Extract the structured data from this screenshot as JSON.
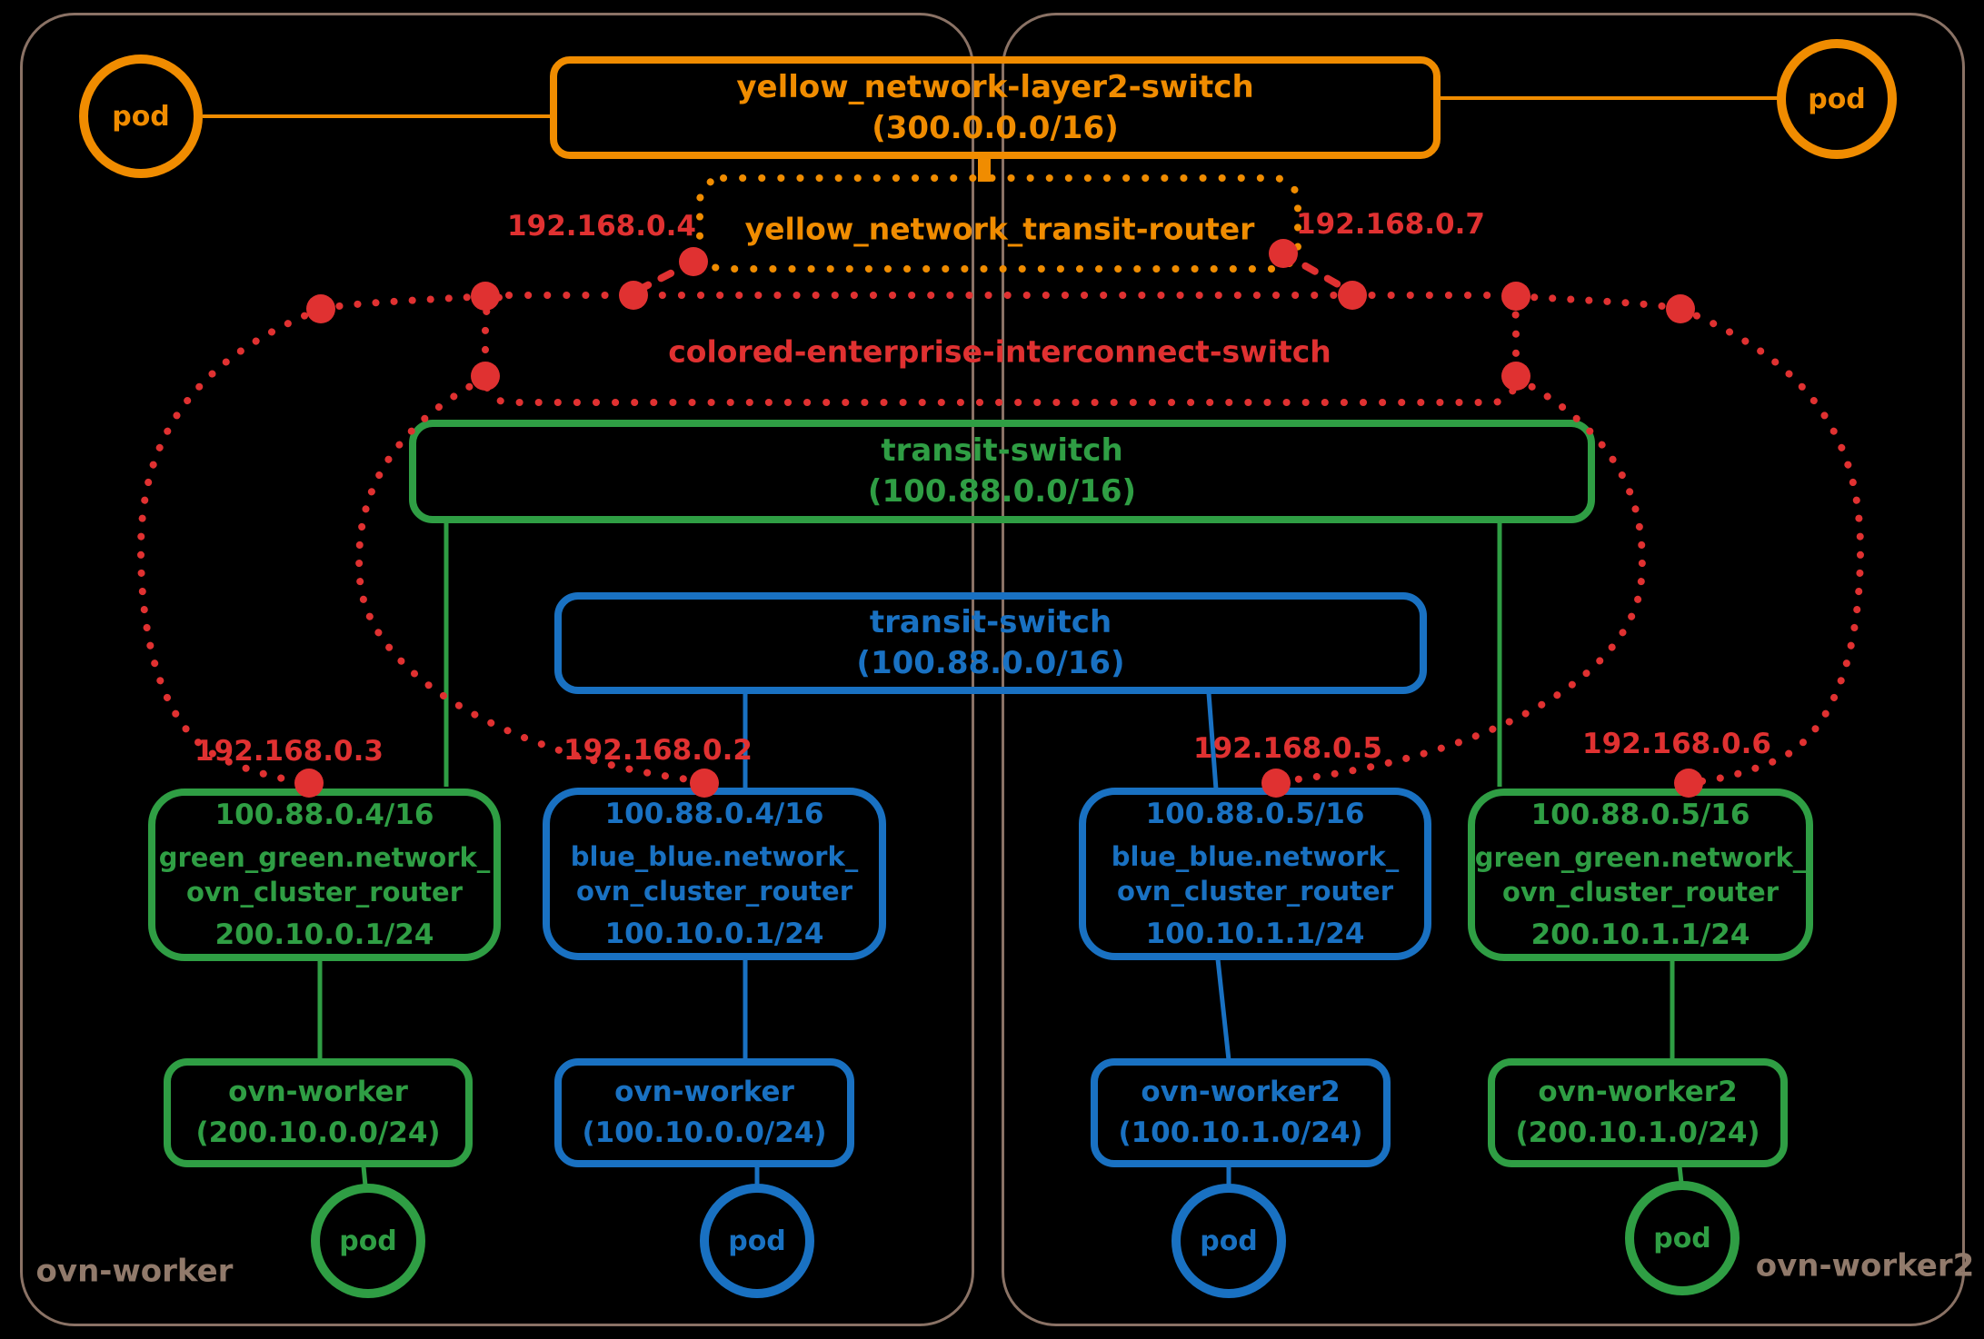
{
  "colors": {
    "orange": "#f08c00",
    "red": "#e03131",
    "green": "#2f9e44",
    "blue": "#1971c2",
    "host_brown": "#8a7265",
    "background": "#000000"
  },
  "hosts": {
    "left_label": "ovn-worker",
    "right_label": "ovn-worker2"
  },
  "layer2_switch": {
    "line1": "yellow_network-layer2-switch",
    "line2": "(300.0.0.0/16)"
  },
  "transit_router": {
    "label": "yellow_network_transit-router",
    "left_ip": "192.168.0.4",
    "right_ip": "192.168.0.7"
  },
  "interconnect_switch": {
    "label": "colored-enterprise-interconnect-switch"
  },
  "green_transit_switch": {
    "line1": "transit-switch",
    "line2": "(100.88.0.0/16)"
  },
  "blue_transit_switch": {
    "line1": "transit-switch",
    "line2": "(100.88.0.0/16)"
  },
  "routers": [
    {
      "id": "green-cluster-router-1",
      "interconnect_ip": "192.168.0.3",
      "transit_ip": "100.88.0.4/16",
      "name_line1": "green_green.network_",
      "name_line2": "ovn_cluster_router",
      "subnet_ip": "200.10.0.1/24"
    },
    {
      "id": "blue-cluster-router-1",
      "interconnect_ip": "192.168.0.2",
      "transit_ip": "100.88.0.4/16",
      "name_line1": "blue_blue.network_",
      "name_line2": "ovn_cluster_router",
      "subnet_ip": "100.10.0.1/24"
    },
    {
      "id": "blue-cluster-router-2",
      "interconnect_ip": "192.168.0.5",
      "transit_ip": "100.88.0.5/16",
      "name_line1": "blue_blue.network_",
      "name_line2": "ovn_cluster_router",
      "subnet_ip": "100.10.1.1/24"
    },
    {
      "id": "green-cluster-router-2",
      "interconnect_ip": "192.168.0.6",
      "transit_ip": "100.88.0.5/16",
      "name_line1": "green_green.network_",
      "name_line2": "ovn_cluster_router",
      "subnet_ip": "200.10.1.1/24"
    }
  ],
  "workers": [
    {
      "id": "green-worker-switch-1",
      "line1": "ovn-worker",
      "line2": "(200.10.0.0/24)"
    },
    {
      "id": "blue-worker-switch-1",
      "line1": "ovn-worker",
      "line2": "(100.10.0.0/24)"
    },
    {
      "id": "blue-worker-switch-2",
      "line1": "ovn-worker2",
      "line2": "(100.10.1.0/24)"
    },
    {
      "id": "green-worker-switch-2",
      "line1": "ovn-worker2",
      "line2": "(200.10.1.0/24)"
    }
  ],
  "pods": {
    "label": "pod"
  }
}
